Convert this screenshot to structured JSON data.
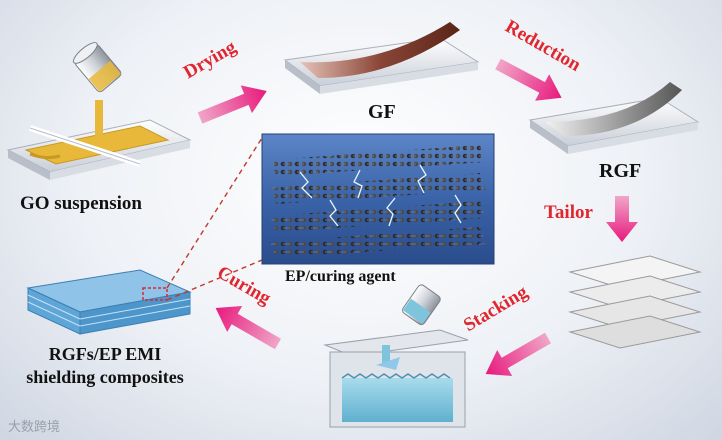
{
  "labels": {
    "go_suspension": "GO suspension",
    "gf": "GF",
    "rgf": "RGF",
    "ep_curing_agent": "EP/curing agent",
    "composite_line1": "RGFs/EP EMI",
    "composite_line2": "shielding composites"
  },
  "steps": {
    "drying": "Drying",
    "reduction": "Reduction",
    "tailor": "Tailor",
    "stacking": "Stacking",
    "curing": "Curing"
  },
  "watermark": "大数跨境",
  "colors": {
    "arrow": "#e8197d",
    "step_text": "#e0262e",
    "go_yellow": "#e7b83a",
    "gf_brown": "#7a3b2c",
    "rgf_gray": "#8c8c8c",
    "composite_blue": "#5fa6d8",
    "resin_blue": "#7fc4dd"
  },
  "icons": [
    "pour-beaker-icon",
    "graphene-layer-icon",
    "mold-icon"
  ]
}
